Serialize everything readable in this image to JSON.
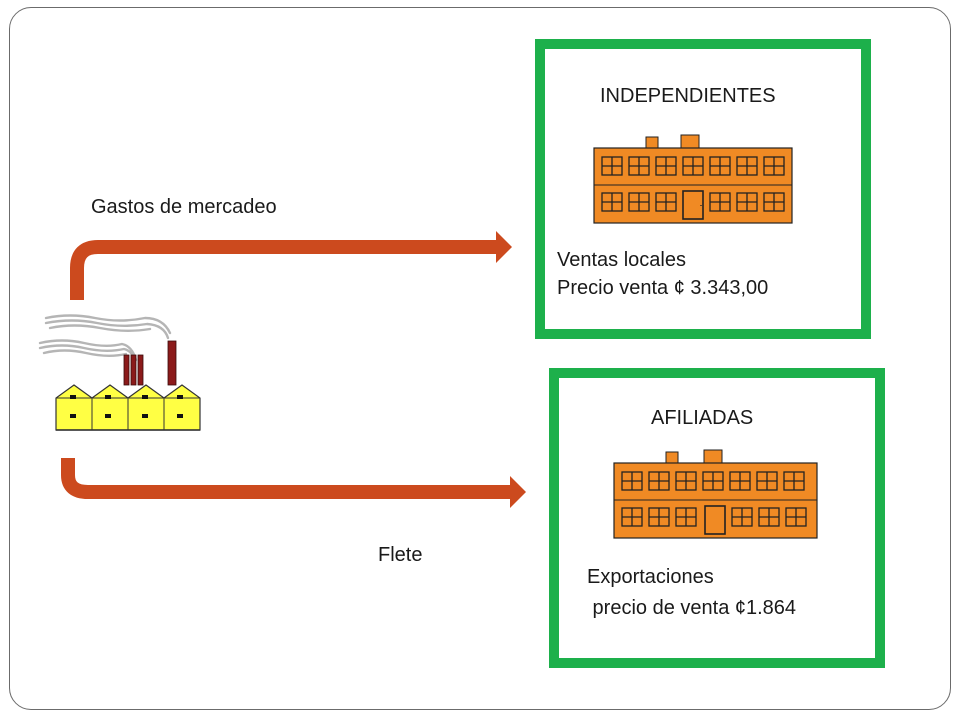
{
  "labels": {
    "marketing": "Gastos de mercadeo",
    "freight": "Flete"
  },
  "independent": {
    "title": "INDEPENDIENTES",
    "line1": "Ventas locales",
    "line2": "Precio venta ¢ 3.343,00"
  },
  "affiliated": {
    "title": "AFILIADAS",
    "line1": "Exportaciones",
    "line2": " precio de venta ¢1.864"
  },
  "colors": {
    "box_border": "#1db04b",
    "arrow": "#cc4a1e",
    "building": "#f08a24",
    "factory": "#ffff44",
    "chimney": "#8b1a1a"
  },
  "icons": [
    "factory-icon",
    "building-icon"
  ]
}
